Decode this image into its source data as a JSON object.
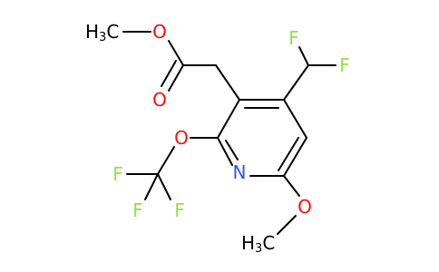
{
  "molecule": {
    "atoms": {
      "methyl_ester": {
        "main": "H",
        "sub": "3",
        "tail": "C"
      },
      "ester_o": "O",
      "carbonyl_o": "O",
      "f1": "F",
      "f2": "F",
      "ring_o": "O",
      "cf3_f1": "F",
      "cf3_f2": "F",
      "cf3_f3": "F",
      "ring_n": "N",
      "methoxy_o": "O",
      "methoxy_c": {
        "main": "H",
        "sub": "3",
        "tail": "C"
      }
    },
    "colors": {
      "bond": "#000000",
      "oxygen": "#ff0d0d",
      "nitrogen": "#3050f8",
      "fluorine": "#90e050",
      "carbon": "#000000"
    }
  }
}
